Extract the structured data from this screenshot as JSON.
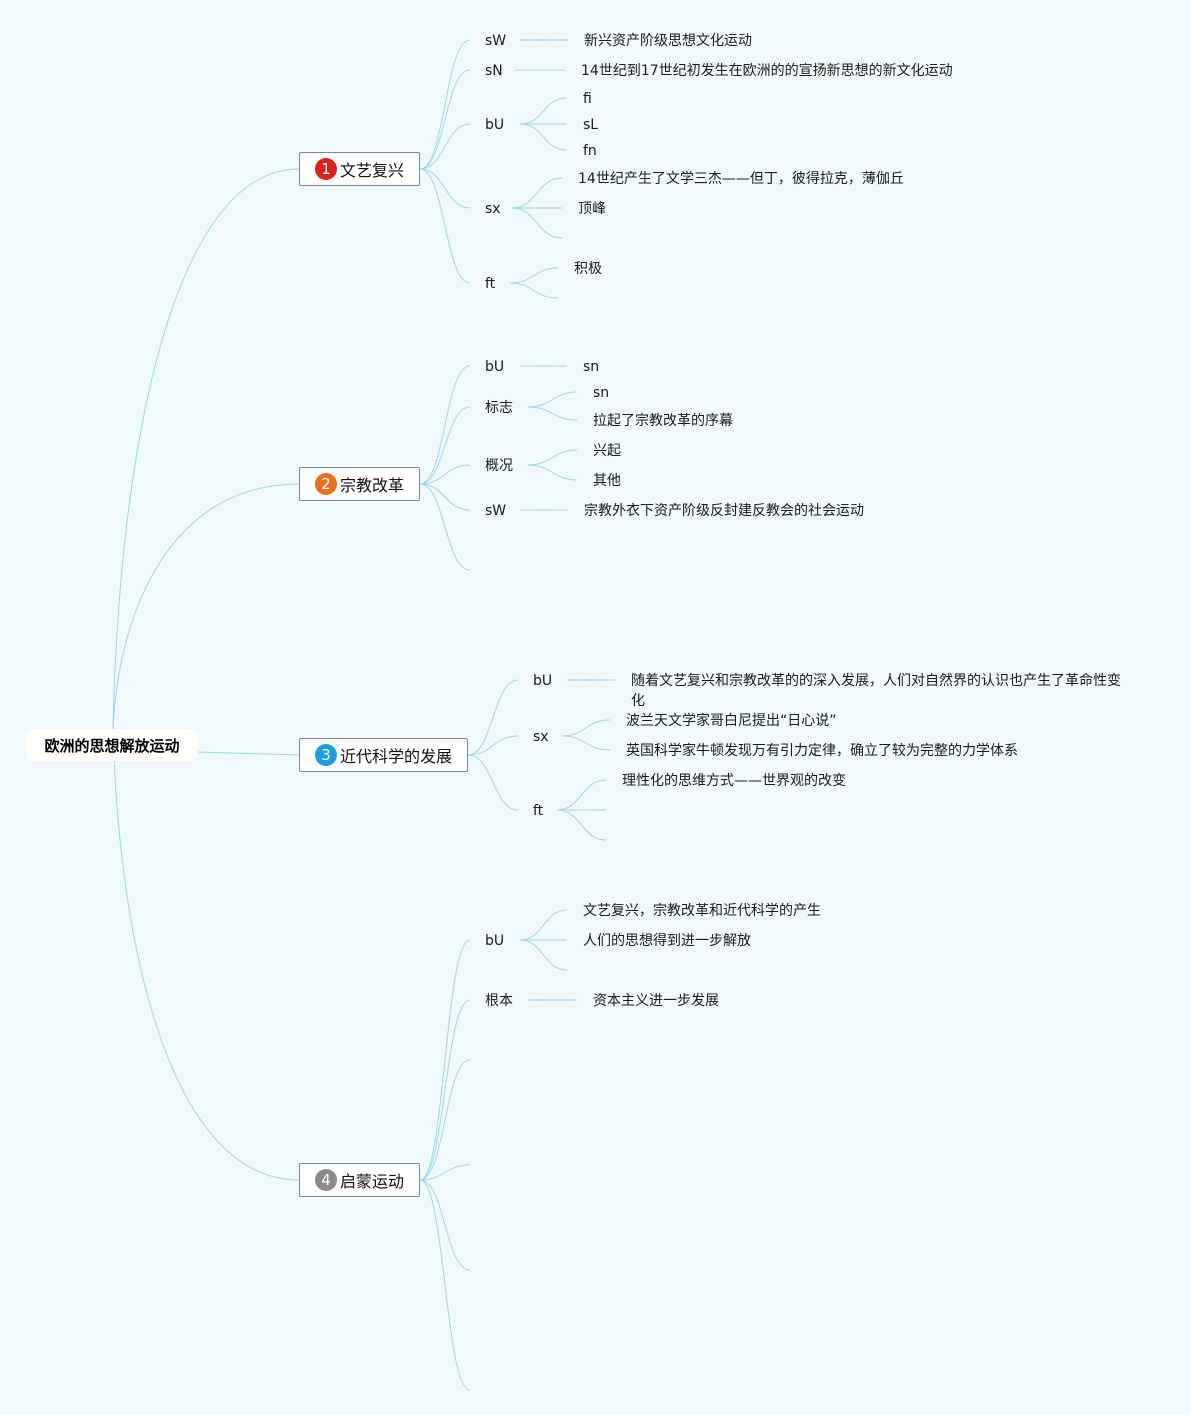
{
  "root": "欧洲的思想解放运动",
  "colors": {
    "background": "#f2f9fb",
    "line": "#97d9ef",
    "badge_1": "#d8231c",
    "badge_2": "#e87020",
    "badge_3": "#1a9ee0",
    "badge_4": "#8a8a8a"
  },
  "topics": [
    {
      "num": "1",
      "label": "文艺复兴",
      "children": [
        {
          "label": "sW",
          "children": [
            {
              "label": "新兴资产阶级思想文化运动"
            }
          ]
        },
        {
          "label": "sN",
          "children": [
            {
              "label": "14世纪到17世纪初发生在欧洲的的宣扬新思想的新文化运动"
            }
          ]
        },
        {
          "label": "bU",
          "children": [
            {
              "label": "fi"
            },
            {
              "label": "sL"
            },
            {
              "label": "fn"
            }
          ]
        },
        {
          "label": "sx",
          "children": [
            {
              "label": "14世纪产生了文学三杰——但丁，彼得拉克，薄伽丘"
            },
            {
              "label": "顶峰"
            },
            {
              "label": ""
            }
          ]
        },
        {
          "label": "ft",
          "children": [
            {
              "label": "积极"
            },
            {
              "label": ""
            }
          ]
        }
      ]
    },
    {
      "num": "2",
      "label": "宗教改革",
      "children": [
        {
          "label": "bU",
          "children": [
            {
              "label": "sn"
            }
          ]
        },
        {
          "label": "标志",
          "children": [
            {
              "label": "sn"
            },
            {
              "label": "拉起了宗教改革的序幕"
            }
          ]
        },
        {
          "label": "概况",
          "children": [
            {
              "label": "兴起"
            },
            {
              "label": "其他"
            }
          ]
        },
        {
          "label": "sW",
          "children": [
            {
              "label": "宗教外衣下资产阶级反封建反教会的社会运动"
            }
          ]
        },
        {
          "label": "",
          "children": []
        }
      ]
    },
    {
      "num": "3",
      "label": "近代科学的发展",
      "children": [
        {
          "label": "bU",
          "children": [
            {
              "label": "随着文艺复兴和宗教改革的的深入发展，人们对自然界的认识也产生了革命性变化"
            }
          ]
        },
        {
          "label": "sx",
          "children": [
            {
              "label": "波兰天文学家哥白尼提出“日心说”"
            },
            {
              "label": "英国科学家牛顿发现万有引力定律，确立了较为完整的力学体系"
            }
          ]
        },
        {
          "label": "ft",
          "children": [
            {
              "label": "理性化的思维方式——世界观的改变"
            },
            {
              "label": ""
            },
            {
              "label": ""
            }
          ]
        }
      ]
    },
    {
      "num": "4",
      "label": "启蒙运动",
      "children": [
        {
          "label": "bU",
          "children": [
            {
              "label": "文艺复兴，宗教改革和近代科学的产生"
            },
            {
              "label": "人们的思想得到进一步解放"
            },
            {
              "label": ""
            }
          ]
        },
        {
          "label": "根本",
          "children": [
            {
              "label": "资本主义进一步发展"
            }
          ]
        },
        {
          "label": "",
          "children": []
        },
        {
          "label": "",
          "children": []
        },
        {
          "label": "",
          "children": []
        },
        {
          "label": "",
          "children": []
        }
      ]
    }
  ]
}
